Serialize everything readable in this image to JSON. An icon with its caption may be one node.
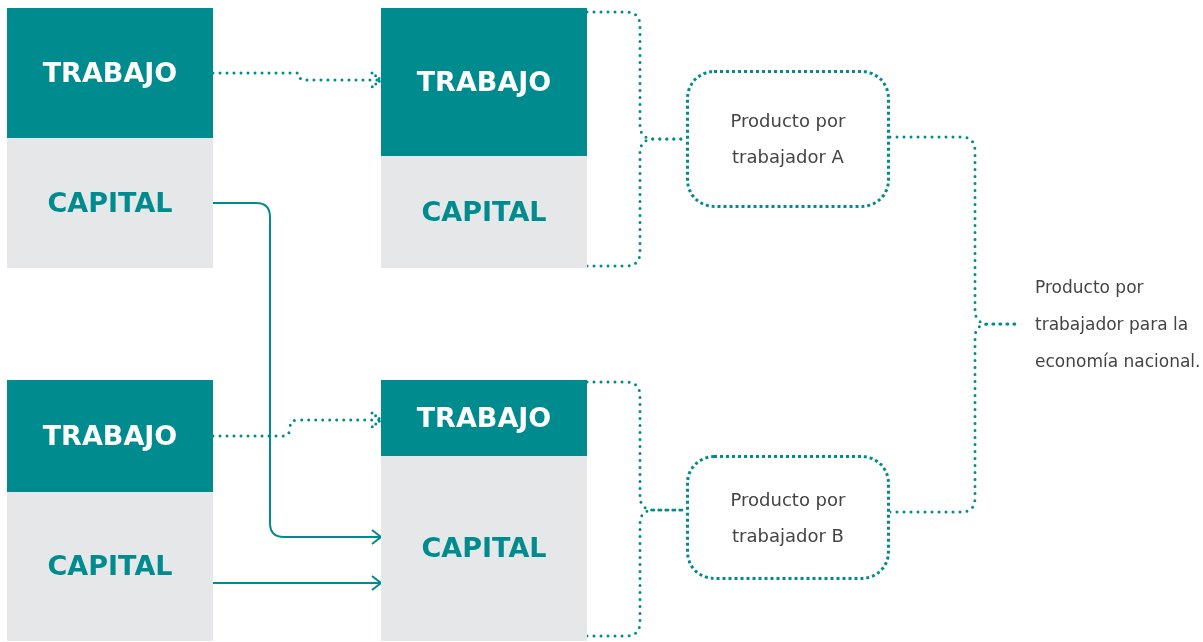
{
  "diagram": {
    "nodes": [
      {
        "text": [
          "TRABAJO"
        ]
      },
      {
        "text": [
          "CAPITAL"
        ]
      },
      {
        "text": [
          "TRABAJO"
        ]
      },
      {
        "text": [
          "CAPITAL"
        ]
      },
      {
        "text": [
          "TRABAJO"
        ]
      },
      {
        "text": [
          "CAPITAL"
        ]
      },
      {
        "text": [
          "TRABAJO"
        ]
      },
      {
        "text": [
          "CAPITAL"
        ]
      },
      {
        "text": [
          "Producto por trabajador A"
        ]
      },
      {
        "text": [
          "Producto por trabajador B"
        ]
      },
      {
        "text": [
          "Producto por trabajador para la economía nacional."
        ]
      }
    ],
    "edges": [
      {
        "from": 0,
        "to": 2,
        "arrow": "to",
        "style": "dashed"
      },
      {
        "from": 4,
        "to": 6,
        "arrow": "to",
        "style": "dashed"
      },
      {
        "from": 1,
        "to": 7,
        "arrow": "to"
      },
      {
        "from": 5,
        "to": 7,
        "arrow": "to"
      },
      {
        "from": 2,
        "to": 8,
        "arrow": "none",
        "style": "dashed"
      },
      {
        "from": 3,
        "to": 8,
        "arrow": "none",
        "style": "dashed"
      },
      {
        "from": 6,
        "to": 9,
        "arrow": "none",
        "style": "dashed"
      },
      {
        "from": 7,
        "to": 9,
        "arrow": "none",
        "style": "dashed"
      },
      {
        "from": 8,
        "to": 10,
        "arrow": "none",
        "style": "dashed"
      },
      {
        "from": 9,
        "to": 10,
        "arrow": "none",
        "style": "dashed"
      }
    ]
  }
}
